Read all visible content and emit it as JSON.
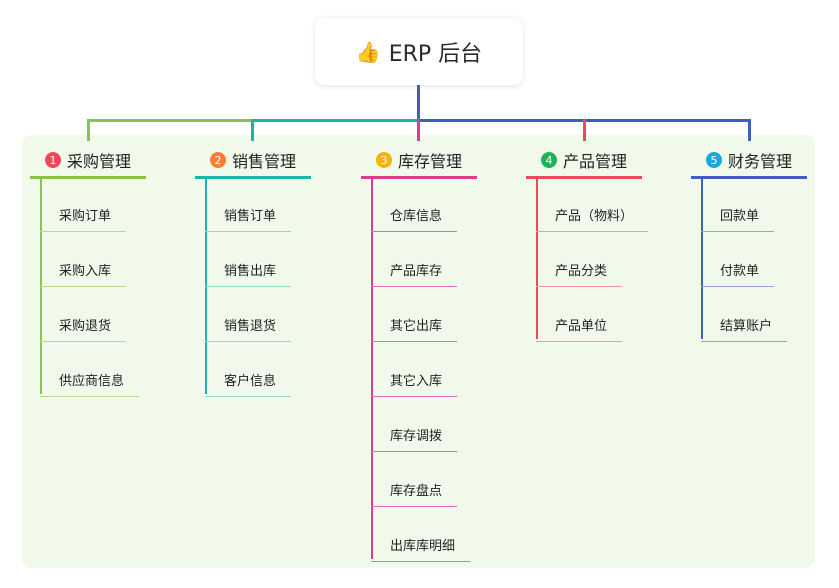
{
  "root": {
    "title": "ERP 后台",
    "icon": "thumbs-up-icon",
    "color": "#3f5fc0"
  },
  "background_color": "#f0f9ea",
  "branches": [
    {
      "number": "1",
      "title": "采购管理",
      "color": "#8bc34a",
      "child_color": "#b5d98f",
      "badge_color": "#f5475a",
      "children": [
        "采购订单",
        "采购入库",
        "采购退货",
        "供应商信息"
      ]
    },
    {
      "number": "2",
      "title": "销售管理",
      "color": "#1ab5a8",
      "child_color": "#8fdccf",
      "badge_color": "#ff7f32",
      "children": [
        "销售订单",
        "销售出库",
        "销售退货",
        "客户信息"
      ]
    },
    {
      "number": "3",
      "title": "库存管理",
      "color": "#e03b93",
      "child_color": "#e86aad",
      "badge_color": "#fcb10f",
      "children": [
        "仓库信息",
        "产品库存",
        "其它出库",
        "其它入库",
        "库存调拨",
        "库存盘点",
        "出库库明细"
      ]
    },
    {
      "number": "4",
      "title": "产品管理",
      "color": "#f5475a",
      "child_color": "#f59aa3",
      "badge_color": "#1fb25a",
      "children": [
        "产品（物料）",
        "产品分类",
        "产品单位"
      ]
    },
    {
      "number": "5",
      "title": "财务管理",
      "color": "#3f5fc0",
      "child_color": "#8fa5dc",
      "badge_color": "#1aa7e0",
      "children": [
        "回款单",
        "付款单",
        "结算账户"
      ]
    }
  ]
}
